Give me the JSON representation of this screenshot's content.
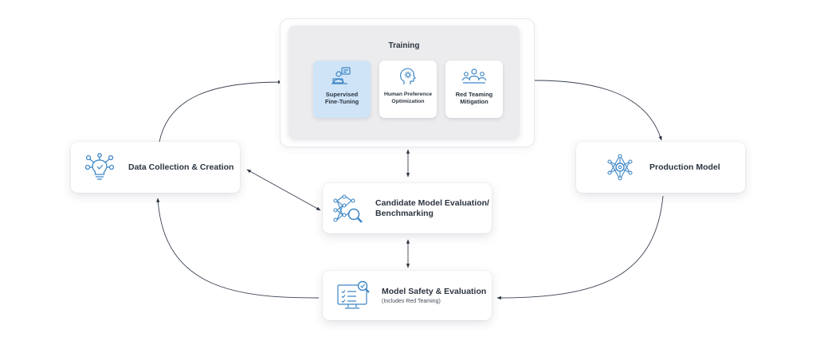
{
  "training": {
    "title": "Training",
    "cards": [
      {
        "line1": "Supervised",
        "line2": "Fine-Tuning",
        "active": true
      },
      {
        "line1": "Human Preference",
        "line2": "Optimization",
        "active": false
      },
      {
        "line1": "Red Teaming",
        "line2": "Mitigation",
        "active": false
      }
    ]
  },
  "nodes": {
    "data_collection": {
      "label": "Data Collection & Creation"
    },
    "production_model": {
      "label": "Production Model"
    },
    "candidate_eval": {
      "line1": "Candidate Model Evaluation/",
      "line2": "Benchmarking"
    },
    "model_safety": {
      "label": "Model Safety & Evaluation",
      "sublabel": "(Includes Red Teaming)"
    }
  },
  "colors": {
    "accent": "#3d86c6",
    "active_fill": "#cfe4f7",
    "arrow": "#2c3440"
  }
}
